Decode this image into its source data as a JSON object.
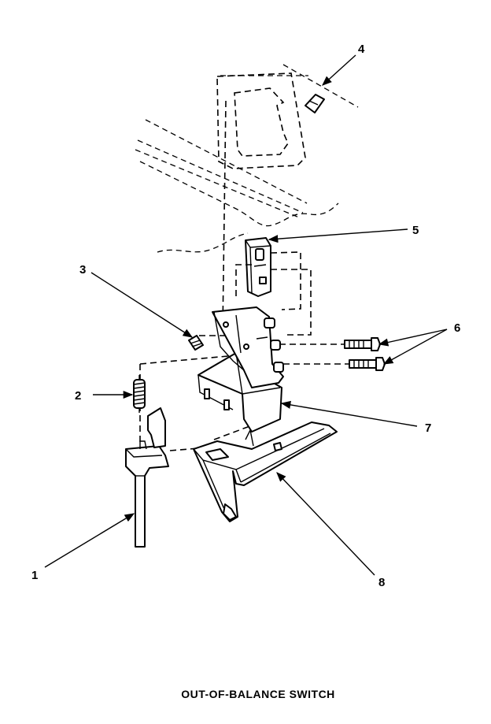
{
  "title": "OUT-OF-BALANCE SWITCH",
  "callouts": [
    {
      "id": "1",
      "label": "1"
    },
    {
      "id": "2",
      "label": "2"
    },
    {
      "id": "3",
      "label": "3"
    },
    {
      "id": "4",
      "label": "4"
    },
    {
      "id": "5",
      "label": "5"
    },
    {
      "id": "6",
      "label": "6"
    },
    {
      "id": "7",
      "label": "7"
    },
    {
      "id": "8",
      "label": "8"
    }
  ]
}
